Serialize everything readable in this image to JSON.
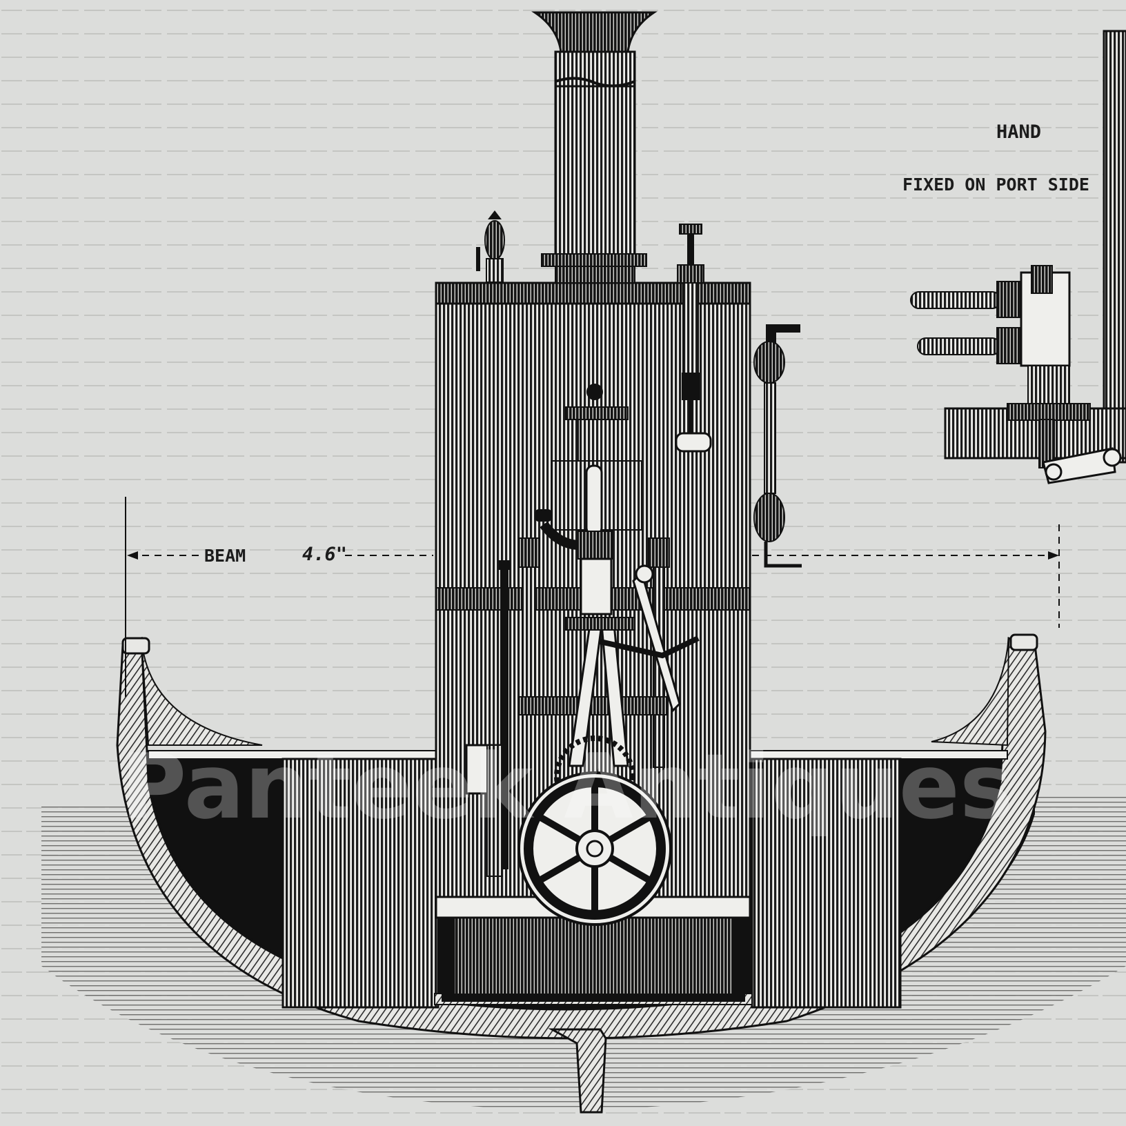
{
  "labels": {
    "hand": "HAND",
    "fixed_on_port_side": "FIXED ON PORT SIDE",
    "beam": "BEAM",
    "beam_value": "4.6\""
  },
  "watermark": "Panteek Antiques",
  "colors": {
    "paper": "#dcdddb",
    "ink": "#1c1c1c",
    "water": "#cfd0cd"
  },
  "icons": [
    "boiler",
    "funnel",
    "flywheel",
    "safety-valve",
    "water-gauge",
    "hull-section",
    "hand-pump"
  ]
}
